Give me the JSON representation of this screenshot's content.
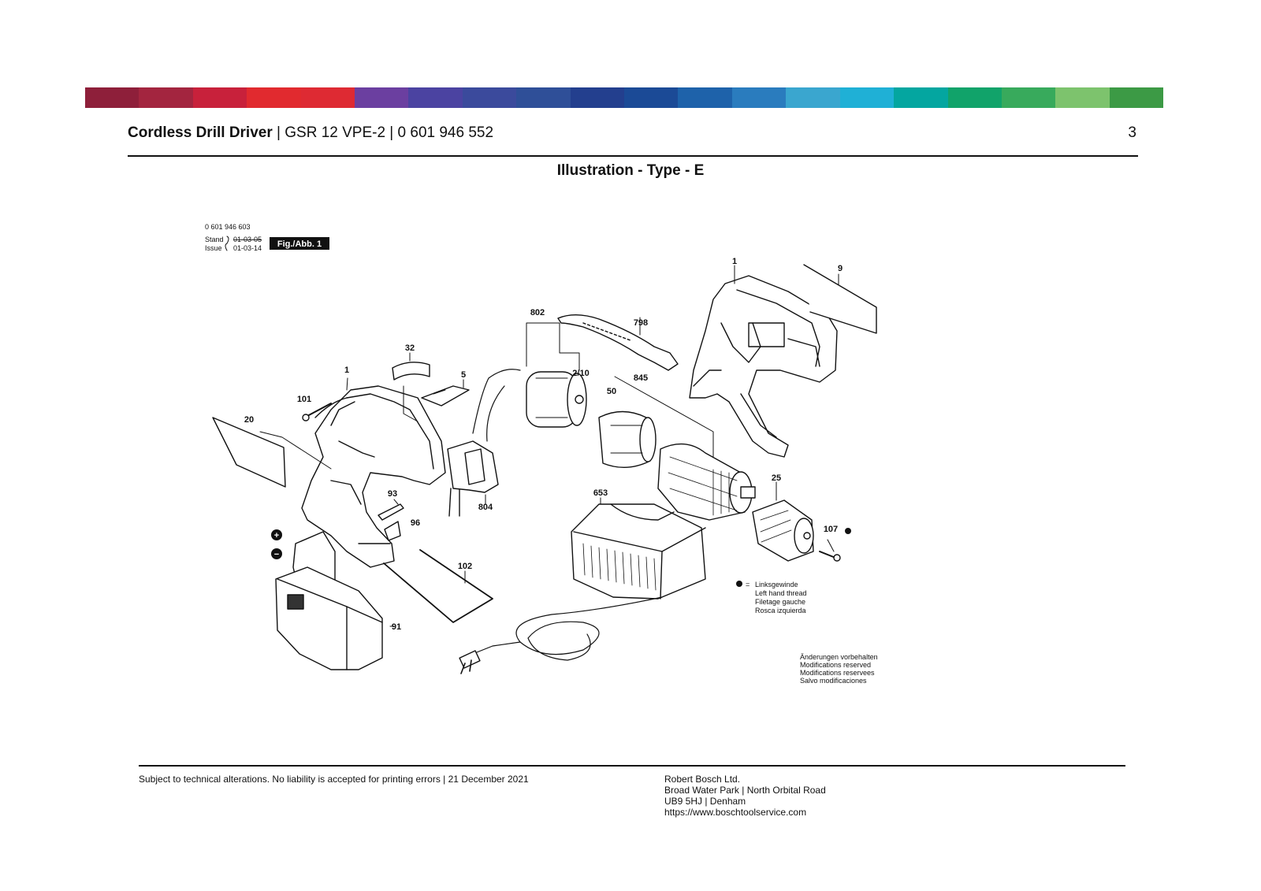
{
  "colors": {
    "bar": [
      "#8e1f3a",
      "#a3253f",
      "#c8213b",
      "#e12a2f",
      "#de2a33",
      "#6b3fa0",
      "#4b43a1",
      "#3b4a9c",
      "#2f4f98",
      "#233f8e",
      "#1b4a96",
      "#1e62aa",
      "#2a7cbe",
      "#3aa6cf",
      "#1fb0d6",
      "#04a6a0",
      "#11a36a",
      "#38aa5c",
      "#7dc36d",
      "#3c9a45"
    ],
    "accent": "#111111"
  },
  "header": {
    "product": "Cordless Drill Driver",
    "sep1": " | ",
    "model": "GSR 12 VPE-2",
    "sep2": " | ",
    "number": "0 601 946 552",
    "page": "3"
  },
  "section_title": "Illustration - Type - E",
  "drawing": {
    "doc_number": "0 601 946 603",
    "stand_label": "Stand",
    "issue_label": "Issue",
    "stand_date": "01-03-05",
    "issue_date": "01-03-14",
    "fig_label": "Fig./Abb. 1",
    "parts": [
      "1",
      "9",
      "802",
      "798",
      "32",
      "5",
      "2/10",
      "845",
      "101",
      "20",
      "50",
      "1",
      "653",
      "25",
      "93",
      "96",
      "107",
      "102",
      "91"
    ],
    "legend": {
      "symbol_eq": "=",
      "lines": [
        "Linksgewinde",
        "Left hand thread",
        "Filetage gauche",
        "Rosca izquierda"
      ]
    },
    "changes": [
      "Änderungen vorbehalten",
      "Modifications reserved",
      "Modifications reservees",
      "Salvo modificaciones"
    ],
    "plus": "+",
    "minus": "−",
    "extra_parts": [
      "804"
    ]
  },
  "footer": {
    "disclaimer": "Subject to technical alterations. No liability is accepted for printing errors | 21 December 2021",
    "company": "Robert Bosch Ltd.",
    "address1": "Broad Water Park | North Orbital Road",
    "address2": "UB9 5HJ | Denham",
    "url": "https://www.boschtoolservice.com"
  }
}
